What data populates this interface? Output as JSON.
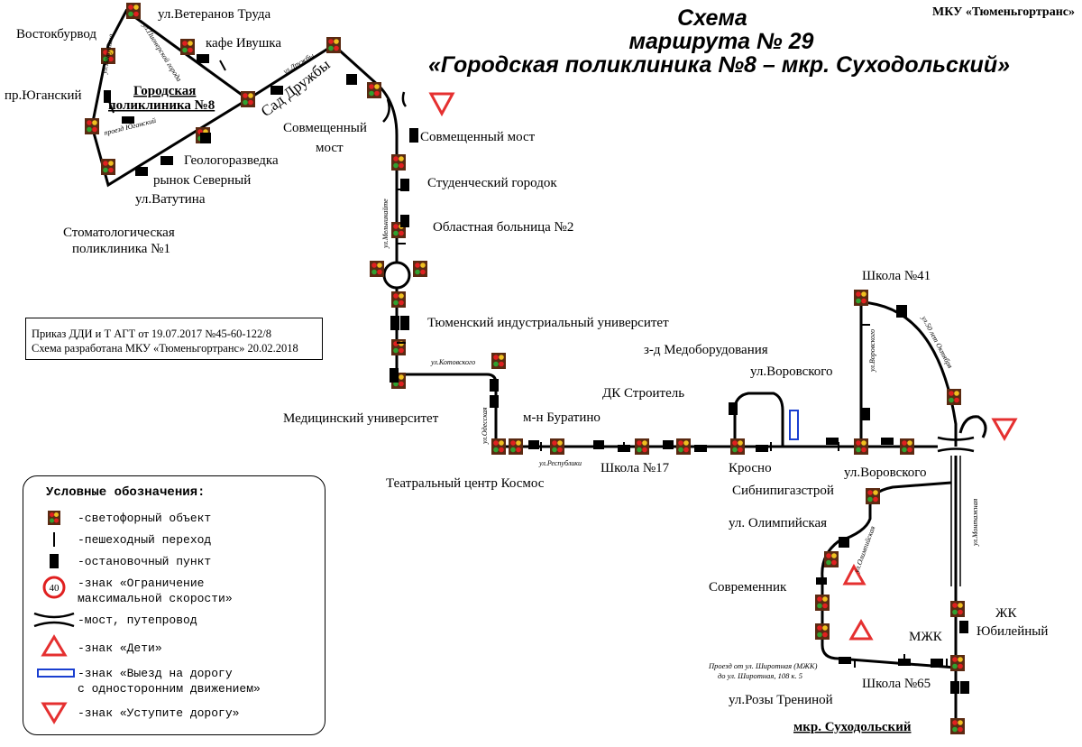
{
  "header": {
    "org": "МКУ «Тюменьгортранс»",
    "title_line1": "Схема",
    "title_line2": "маршрута № 29",
    "title_line3": "«Городская поликлиника №8 – мкр. Суходольский»"
  },
  "note": {
    "line1": "Приказ ДДИ и Т АГТ от 19.07.2017 №45-60-122/8",
    "line2": "Схема разработана МКУ «Тюменьгортранс» 20.02.2018"
  },
  "legend": {
    "heading": "Условные обозначения:",
    "traffic_light": "-светофорный объект",
    "crosswalk": "-пешеходный переход",
    "stop": "-остановочный пункт",
    "speed_sign_value": "40",
    "speed_line1": "-знак «Ограничение",
    "speed_line2": "максимальной скорости»",
    "bridge": "-мост, путепровод",
    "children": "-знак «Дети»",
    "oneway_line1": "-знак «Выезд на дорогу",
    "oneway_line2": "с односторонним движением»",
    "yield": "-знак «Уступите дорогу»"
  },
  "stops": {
    "veteranov": "ул.Ветеранов Труда",
    "vostokburvod": "Востокбурвод",
    "kafe": "кафе Ивушка",
    "yugansky": "пр.Юганский",
    "terminal_a_line1": "Городская",
    "terminal_a_line2": "поликлиника №8",
    "sad": "Сад Дружбы",
    "geolog": "Геологоразведка",
    "rynok": "рынок Северный",
    "vatutina": "ул.Ватутина",
    "stomat_line1": "Стоматологическая",
    "stomat_line2": "поликлиника №1",
    "sovm_left_line1": "Совмещенный",
    "sovm_left_line2": "мост",
    "sovm_right": "Совмещенный мост",
    "student": "Студенческий городок",
    "obl": "Областная больница №2",
    "tiu": "Тюменский индустриальный университет",
    "med": "Медицинский университет",
    "teatr": "Театральный центр Космос",
    "buratino": "м-н Буратино",
    "shkola17": "Школа №17",
    "dk": "ДК Строитель",
    "zd": "з-д Медоборудования",
    "krosno": "Кросно",
    "vorov_top": "ул.Воровского",
    "vorov_bottom": "ул.Воровского",
    "sibnipi": "Сибнипигазстрой",
    "shkola41": "Школа №41",
    "olimp": "ул. Олимпийская",
    "sovremennik": "Современник",
    "mzhk": "МЖК",
    "zhk_line1": "ЖК",
    "zhk_line2": "Юбилейный",
    "shkola65": "Школа №65",
    "rozy": "ул.Розы Трениной",
    "terminal_b": "мкр. Суходольский"
  },
  "streets": {
    "vatutina": "ул.Ватутина",
    "pioneer": "ул.Пионерской города",
    "druzhby": "ул.Дружбы",
    "yugansky_pr": "проезд Юганский",
    "melnikaite": "ул.Мельникайте",
    "kotovskogo": "ул.Котовского",
    "odesskaya": "ул.Одесская",
    "respubliki": "ул.Республики",
    "vorovskogo": "ул.Воровского",
    "oktyabrya": "ул.50 лет Октября",
    "olimpiyskaya": "ул.Олимпийская",
    "montazhnaya": "ул.Монтажная",
    "proezd_line1": "Проезд от ул. Широтная (МЖК)",
    "proezd_line2": "до ул. Широтная, 108 к. 5"
  },
  "colors": {
    "route": "#000000",
    "light_body": "#5a2a12",
    "light_red": "#e02020",
    "light_yellow": "#f0c020",
    "light_green": "#30a030",
    "yield_sign": "#e53030",
    "oneway_sign": "#1a3fd0"
  }
}
